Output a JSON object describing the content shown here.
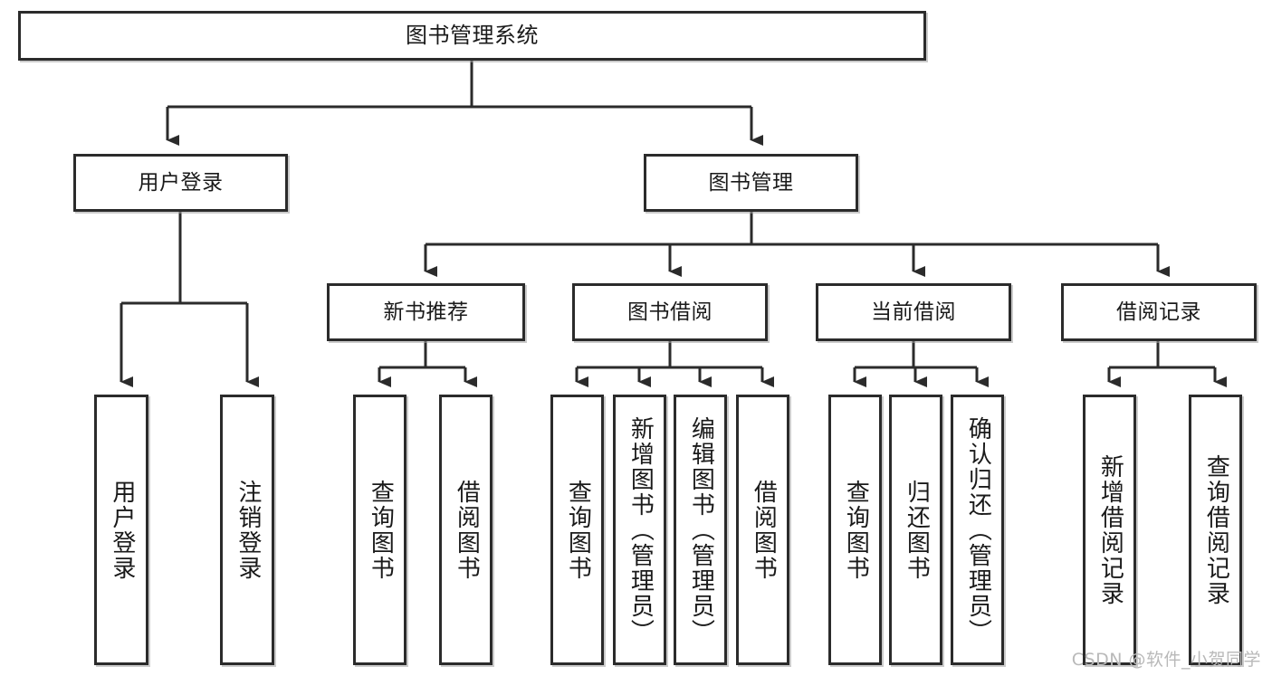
{
  "diagram": {
    "title": "图书管理系统",
    "type": "hierarchy-tree",
    "watermark": "CSDN @软件_小贺同学",
    "colors": {
      "border": "#2b2b2b",
      "connector": "#2b2b2b",
      "background": "#ffffff",
      "text": "#1a1a1a",
      "watermark": "#b9b9b9"
    }
  },
  "nodes": {
    "root": {
      "label": "图书管理系统",
      "level": 1
    },
    "level2": [
      {
        "id": "user-login",
        "label": "用户登录"
      },
      {
        "id": "book-management",
        "label": "图书管理"
      }
    ],
    "level3": [
      {
        "id": "new-book-recommend",
        "label": "新书推荐"
      },
      {
        "id": "book-borrow",
        "label": "图书借阅"
      },
      {
        "id": "current-borrow",
        "label": "当前借阅"
      },
      {
        "id": "borrow-record",
        "label": "借阅记录"
      }
    ],
    "leaves": {
      "user_login": [
        {
          "id": "leaf-user-login",
          "label": "用户登录"
        },
        {
          "id": "leaf-logout",
          "label": "注销登录"
        }
      ],
      "new_book_recommend": [
        {
          "id": "leaf-query-book-1",
          "label": "查询图书"
        },
        {
          "id": "leaf-borrow-book-1",
          "label": "借阅图书"
        }
      ],
      "book_borrow": [
        {
          "id": "leaf-query-book-2",
          "label": "查询图书"
        },
        {
          "id": "leaf-add-book",
          "label": "新增图书（管理员）"
        },
        {
          "id": "leaf-edit-book",
          "label": "编辑图书（管理员）"
        },
        {
          "id": "leaf-borrow-book-2",
          "label": "借阅图书"
        }
      ],
      "current_borrow": [
        {
          "id": "leaf-query-book-3",
          "label": "查询图书"
        },
        {
          "id": "leaf-return-book",
          "label": "归还图书"
        },
        {
          "id": "leaf-confirm-return",
          "label": "确认归还（管理员）"
        }
      ],
      "borrow_record": [
        {
          "id": "leaf-add-record",
          "label": "新增借阅记录"
        },
        {
          "id": "leaf-query-record",
          "label": "查询借阅记录"
        }
      ]
    }
  }
}
